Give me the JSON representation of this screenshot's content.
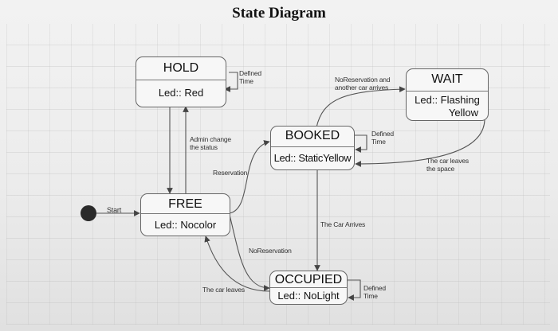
{
  "title": "State Diagram",
  "start_label": "Start",
  "states": {
    "hold": {
      "name": "HOLD",
      "led": "Led:: Red"
    },
    "free": {
      "name": "FREE",
      "led": "Led:: Nocolor"
    },
    "booked": {
      "name": "BOOKED",
      "led": "Led:: StaticYellow"
    },
    "wait": {
      "name": "WAIT",
      "led_line1": "Led:: Flashing",
      "led_line2": "Yellow"
    },
    "occupied": {
      "name": "OCCUPIED",
      "led": "Led:: NoLight"
    }
  },
  "transitions": {
    "hold_defined_time": {
      "line1": "Defined",
      "line2": "Time"
    },
    "admin_change": {
      "line1": "Admin change",
      "line2": "the status"
    },
    "reservation": "Reservation",
    "no_reservation_another_car": {
      "line1": "NoReservation and",
      "line2": "another car arrives"
    },
    "booked_defined_time": {
      "line1": "Defined",
      "line2": "Time"
    },
    "car_leaves_space": {
      "line1": "The car leaves",
      "line2": "the space"
    },
    "car_arrives": "The Car Arrives",
    "no_reservation": "NoReservation",
    "car_leaves": "The car leaves",
    "occupied_defined_time": {
      "line1": "Defined",
      "line2": "Time"
    }
  }
}
